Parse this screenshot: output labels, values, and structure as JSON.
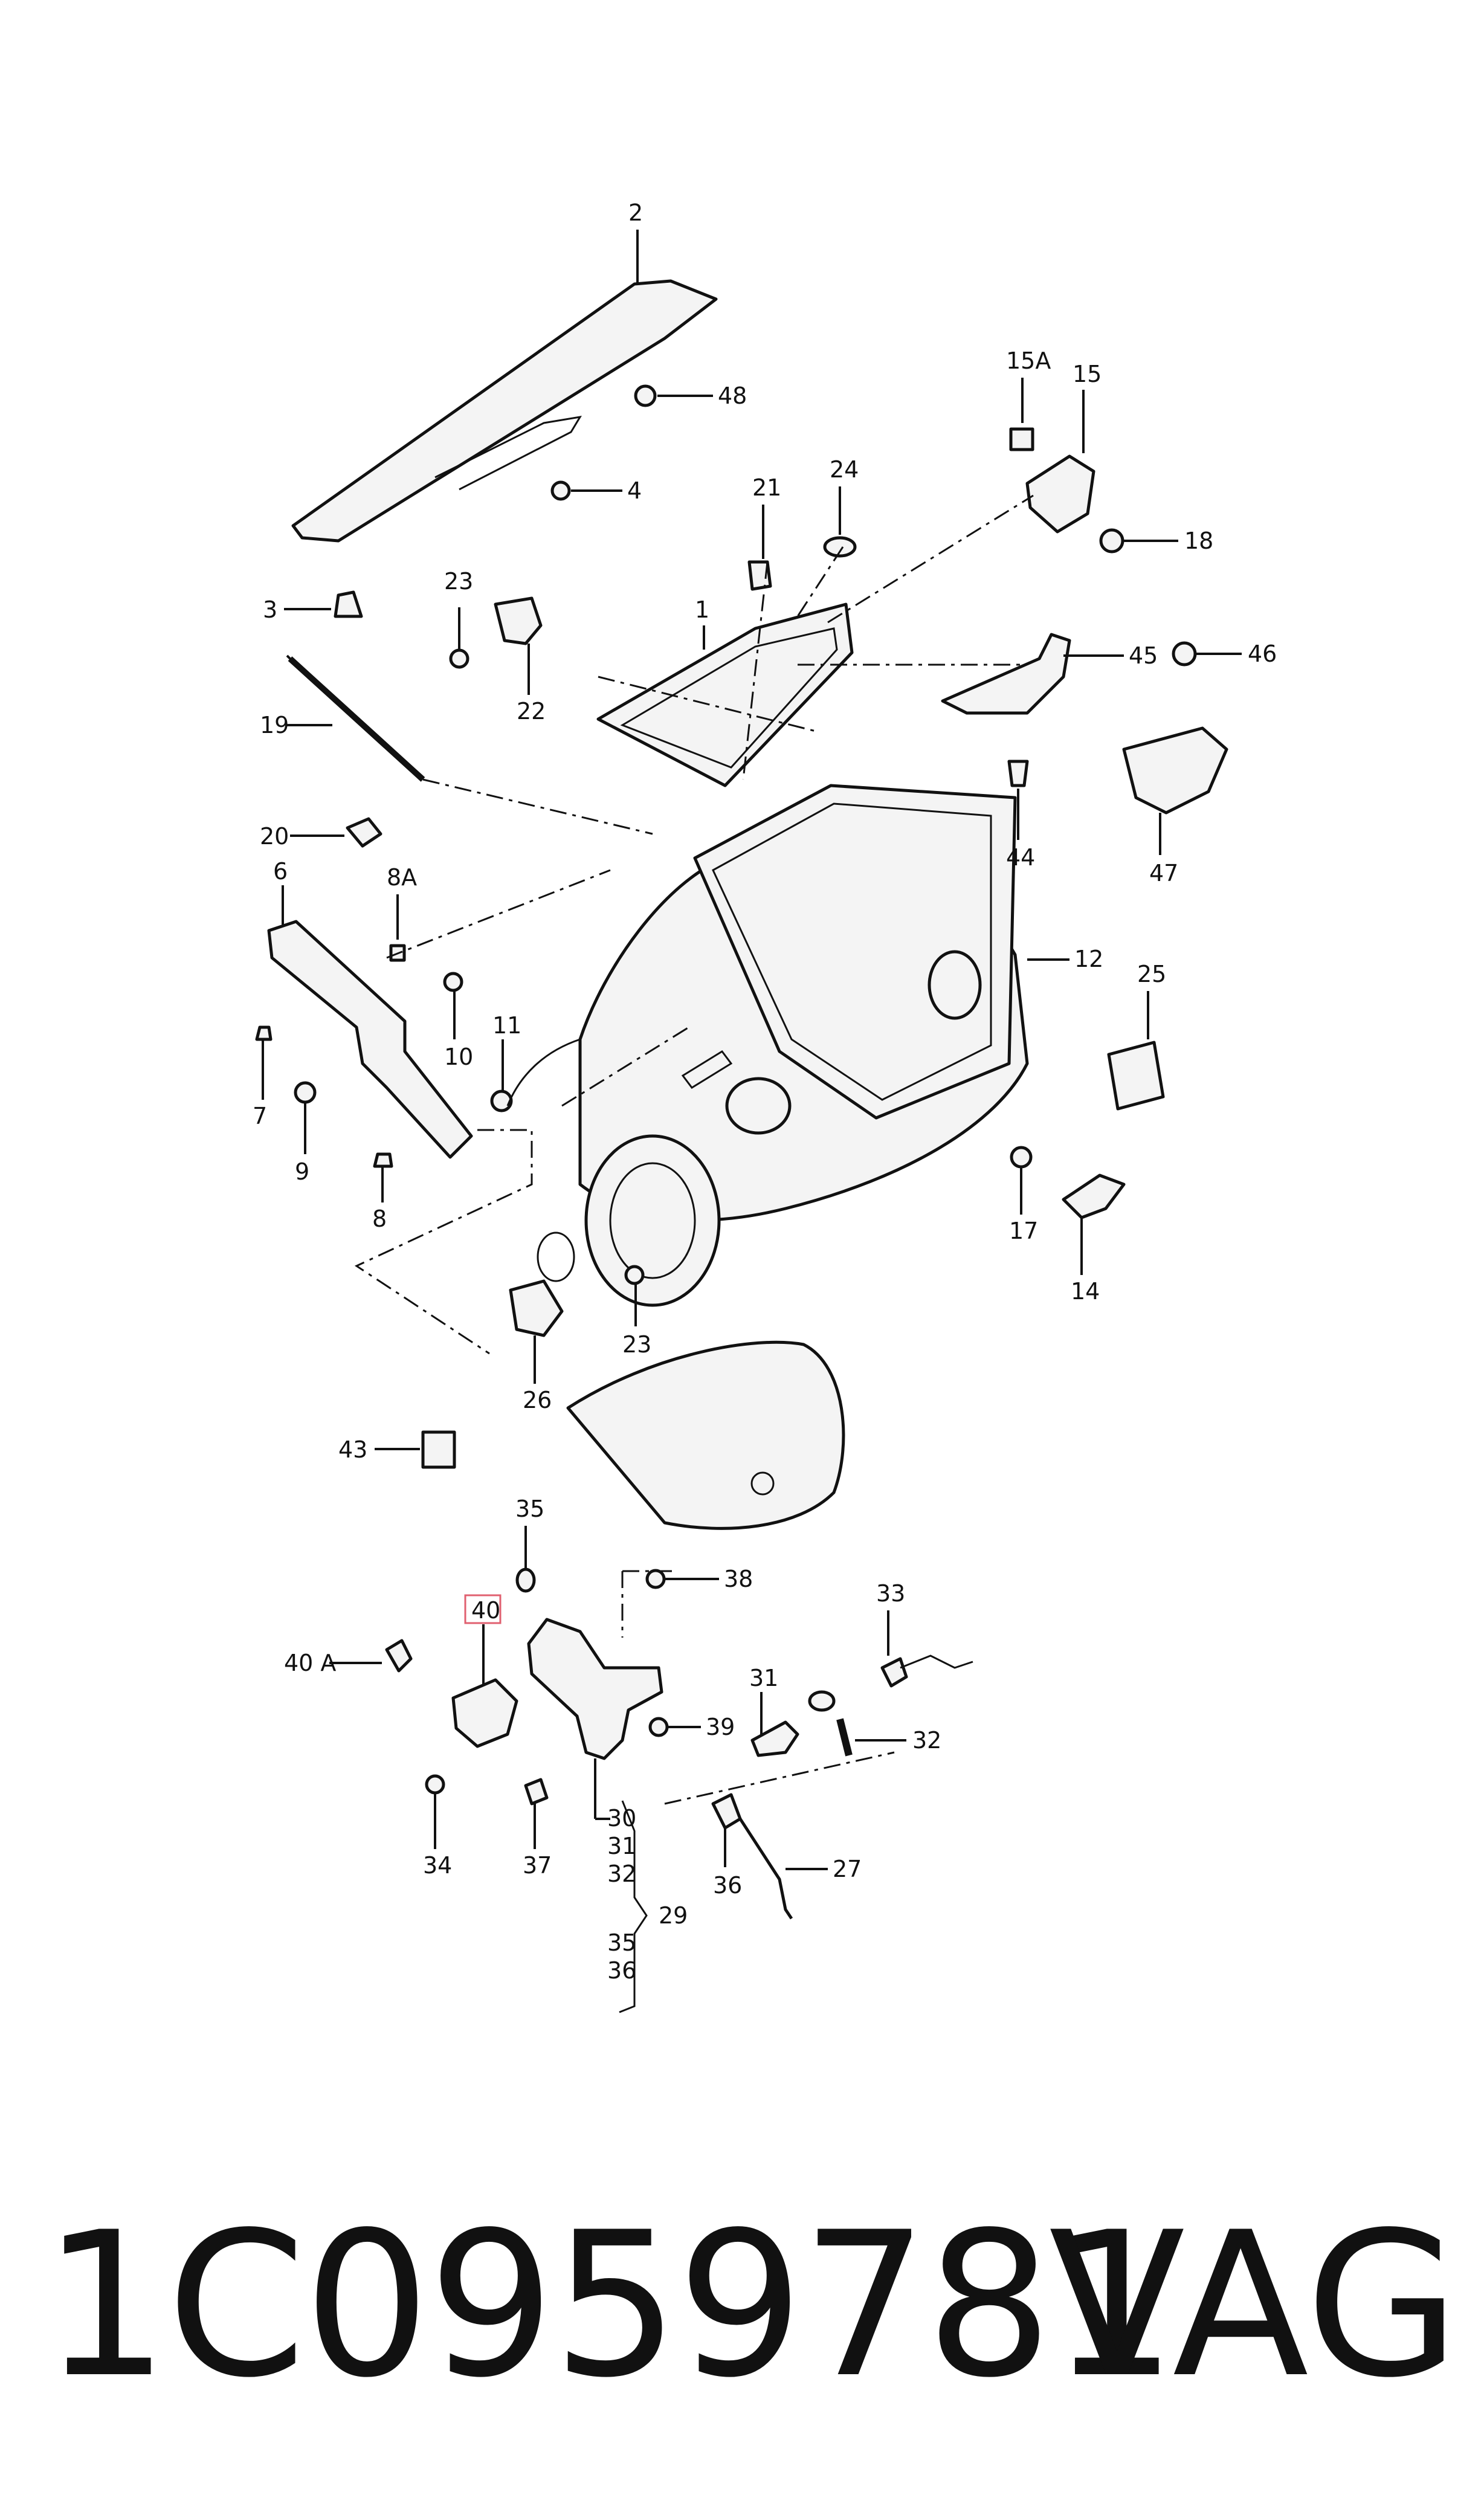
{
  "callouts": {
    "c1": "1",
    "c2": "2",
    "c3": "3",
    "c4": "4",
    "c6": "6",
    "c7": "7",
    "c8": "8",
    "c8a": "8A",
    "c9": "9",
    "c10": "10",
    "c11": "11",
    "c12": "12",
    "c14": "14",
    "c15": "15",
    "c15a": "15A",
    "c17": "17",
    "c18": "18",
    "c19": "19",
    "c20": "20",
    "c21": "21",
    "c22": "22",
    "c23a": "23",
    "c23b": "23",
    "c24": "24",
    "c25": "25",
    "c26": "26",
    "c27": "27",
    "c29": "29",
    "c30": "30",
    "c31": "31",
    "c31b": "31",
    "c32": "32",
    "c32b": "32",
    "c33": "33",
    "c34": "34",
    "c35": "35",
    "c35b": "35",
    "c36": "36",
    "c36b": "36",
    "c37": "37",
    "c38": "38",
    "c39": "39",
    "c40": "40",
    "c40a": "40 A",
    "c43": "43",
    "c44": "44",
    "c45": "45",
    "c46": "46",
    "c47": "47",
    "c48": "48"
  },
  "footer": {
    "part_number": "1C0959781",
    "brand": "VAG"
  },
  "colors": {
    "highlight_box": "#e06070",
    "ink": "#111111"
  }
}
